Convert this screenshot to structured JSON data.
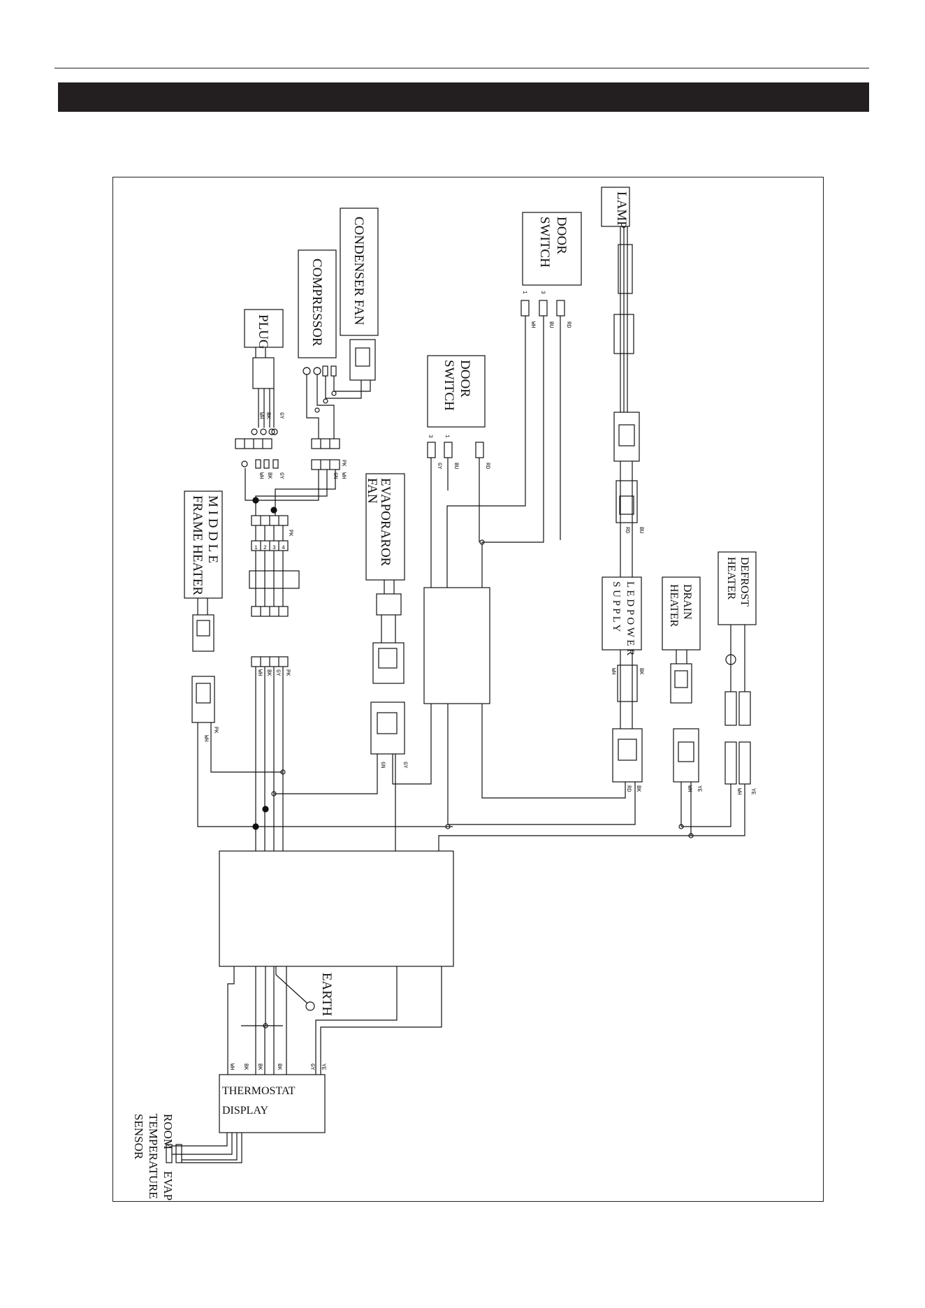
{
  "components": {
    "lamp": "LAMP",
    "door_switch_top_l1": "DOOR",
    "door_switch_top_l2": "SWITCH",
    "condenser_fan": "CONDENSER FAN",
    "compressor": "COMPRESSOR",
    "plug": "PLUG",
    "door_switch_mid_l1": "DOOR",
    "door_switch_mid_l2": "SWITCH",
    "evaporator_fan_l1": "EVAPORAROR",
    "evaporator_fan_l2": "FAN",
    "middle_frame_heater_l1": "M I D D L E",
    "middle_frame_heater_l2": "FRAME HEATER",
    "led_power_supply_l1": "L E D  P O W E R",
    "led_power_supply_l2": "S U P P L Y",
    "drain_heater_l1": "DRAIN",
    "drain_heater_l2": "HEATER",
    "defrost_heater_l1": "DEFROST",
    "defrost_heater_l2": "HEATER",
    "earth": "EARTH",
    "thermostat_l1": "THERMOSTAT",
    "thermostat_l2": "DISPLAY",
    "sensor_room": "ROOM",
    "sensor_evap": "EVAP",
    "sensor_temperature": "TEMPERATURE",
    "sensor_sensor": "SENSOR"
  },
  "wire_labels": {
    "ds_top_pins": [
      "1",
      "3",
      ""
    ],
    "ds_top_colors": [
      "WH",
      "BU",
      "RD"
    ],
    "ds_mid_pins": [
      "3",
      "1",
      ""
    ],
    "ds_mid_colors": [
      "GY",
      "BU",
      "RD"
    ],
    "plug_colors": [
      "WH",
      "BK",
      "GY"
    ],
    "term_block_colors": [
      "WH",
      "BK",
      "GY"
    ],
    "comp_block_colors": [
      "PK",
      "WH",
      "GN"
    ],
    "pk": "PK",
    "bottom_block_colors": [
      "WH",
      "BK",
      "GY",
      "PK"
    ],
    "led_in": [
      "RD",
      "BU"
    ],
    "led_out": [
      "BK",
      "WH"
    ],
    "led_conn": [
      "BK",
      "RD"
    ],
    "drain_conn": [
      "YE",
      "WH"
    ],
    "defrost_conn": [
      "YE",
      "WH"
    ],
    "mfh_conn": [
      "PK",
      "WH"
    ],
    "evap_conn": [
      "GY",
      "GN"
    ],
    "thermo_colors": [
      "WH",
      "BK",
      "BK",
      "BK",
      "GY",
      "YE"
    ],
    "block_nums": [
      "1",
      "2",
      "3",
      "4"
    ]
  }
}
